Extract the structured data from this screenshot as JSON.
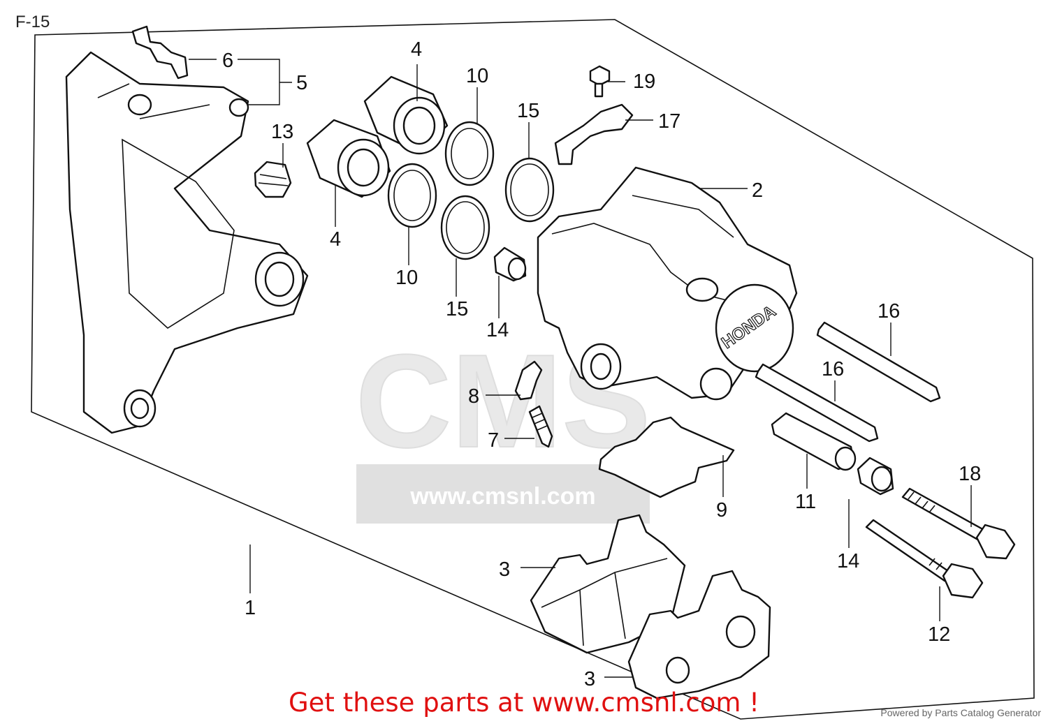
{
  "figure_label": "F-15",
  "promo_text": "Get these parts at www.cmsnl.com !",
  "credit_text": "Powered by Parts Catalog Generator",
  "watermark_brand": "CMS",
  "watermark_url": "www.cmsnl.com",
  "callouts": {
    "c1": "1",
    "c2": "2",
    "c3a": "3",
    "c3b": "3",
    "c4a": "4",
    "c4b": "4",
    "c5": "5",
    "c6": "6",
    "c7": "7",
    "c8": "8",
    "c9": "9",
    "c10a": "10",
    "c10b": "10",
    "c11": "11",
    "c12": "12",
    "c13": "13",
    "c14a": "14",
    "c14b": "14",
    "c15a": "15",
    "c15b": "15",
    "c16a": "16",
    "c16b": "16",
    "c17": "17",
    "c18": "18",
    "c19": "19"
  },
  "caliper_brand": "HONDA"
}
